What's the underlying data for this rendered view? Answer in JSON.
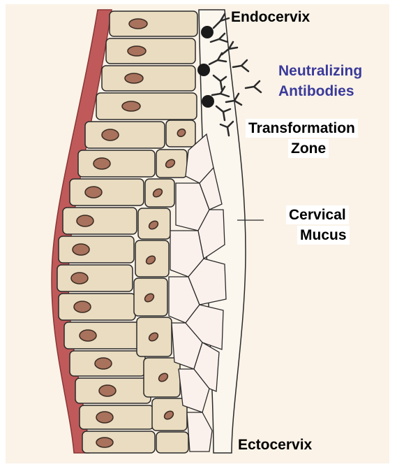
{
  "labels": {
    "endocervix": "Endocervix",
    "neutralizing": "Neutralizing",
    "antibodies": "Antibodies",
    "transformation": "Transformation",
    "zone": "Zone",
    "cervical": "Cervical",
    "mucus": "Mucus",
    "ectocervix": "Ectocervix"
  },
  "colors": {
    "label_text": "#000000",
    "antibody_label": "#3a3a9a",
    "background": "#fbf3e8",
    "basement_membrane": "#c05a5a",
    "cell_fill": "#e9dcc0",
    "cell_outline": "#2a2a2a",
    "nucleus": "#a8725c",
    "mucus_cell_fill": "#fbf1ec",
    "virion": "#1a1a1a"
  }
}
